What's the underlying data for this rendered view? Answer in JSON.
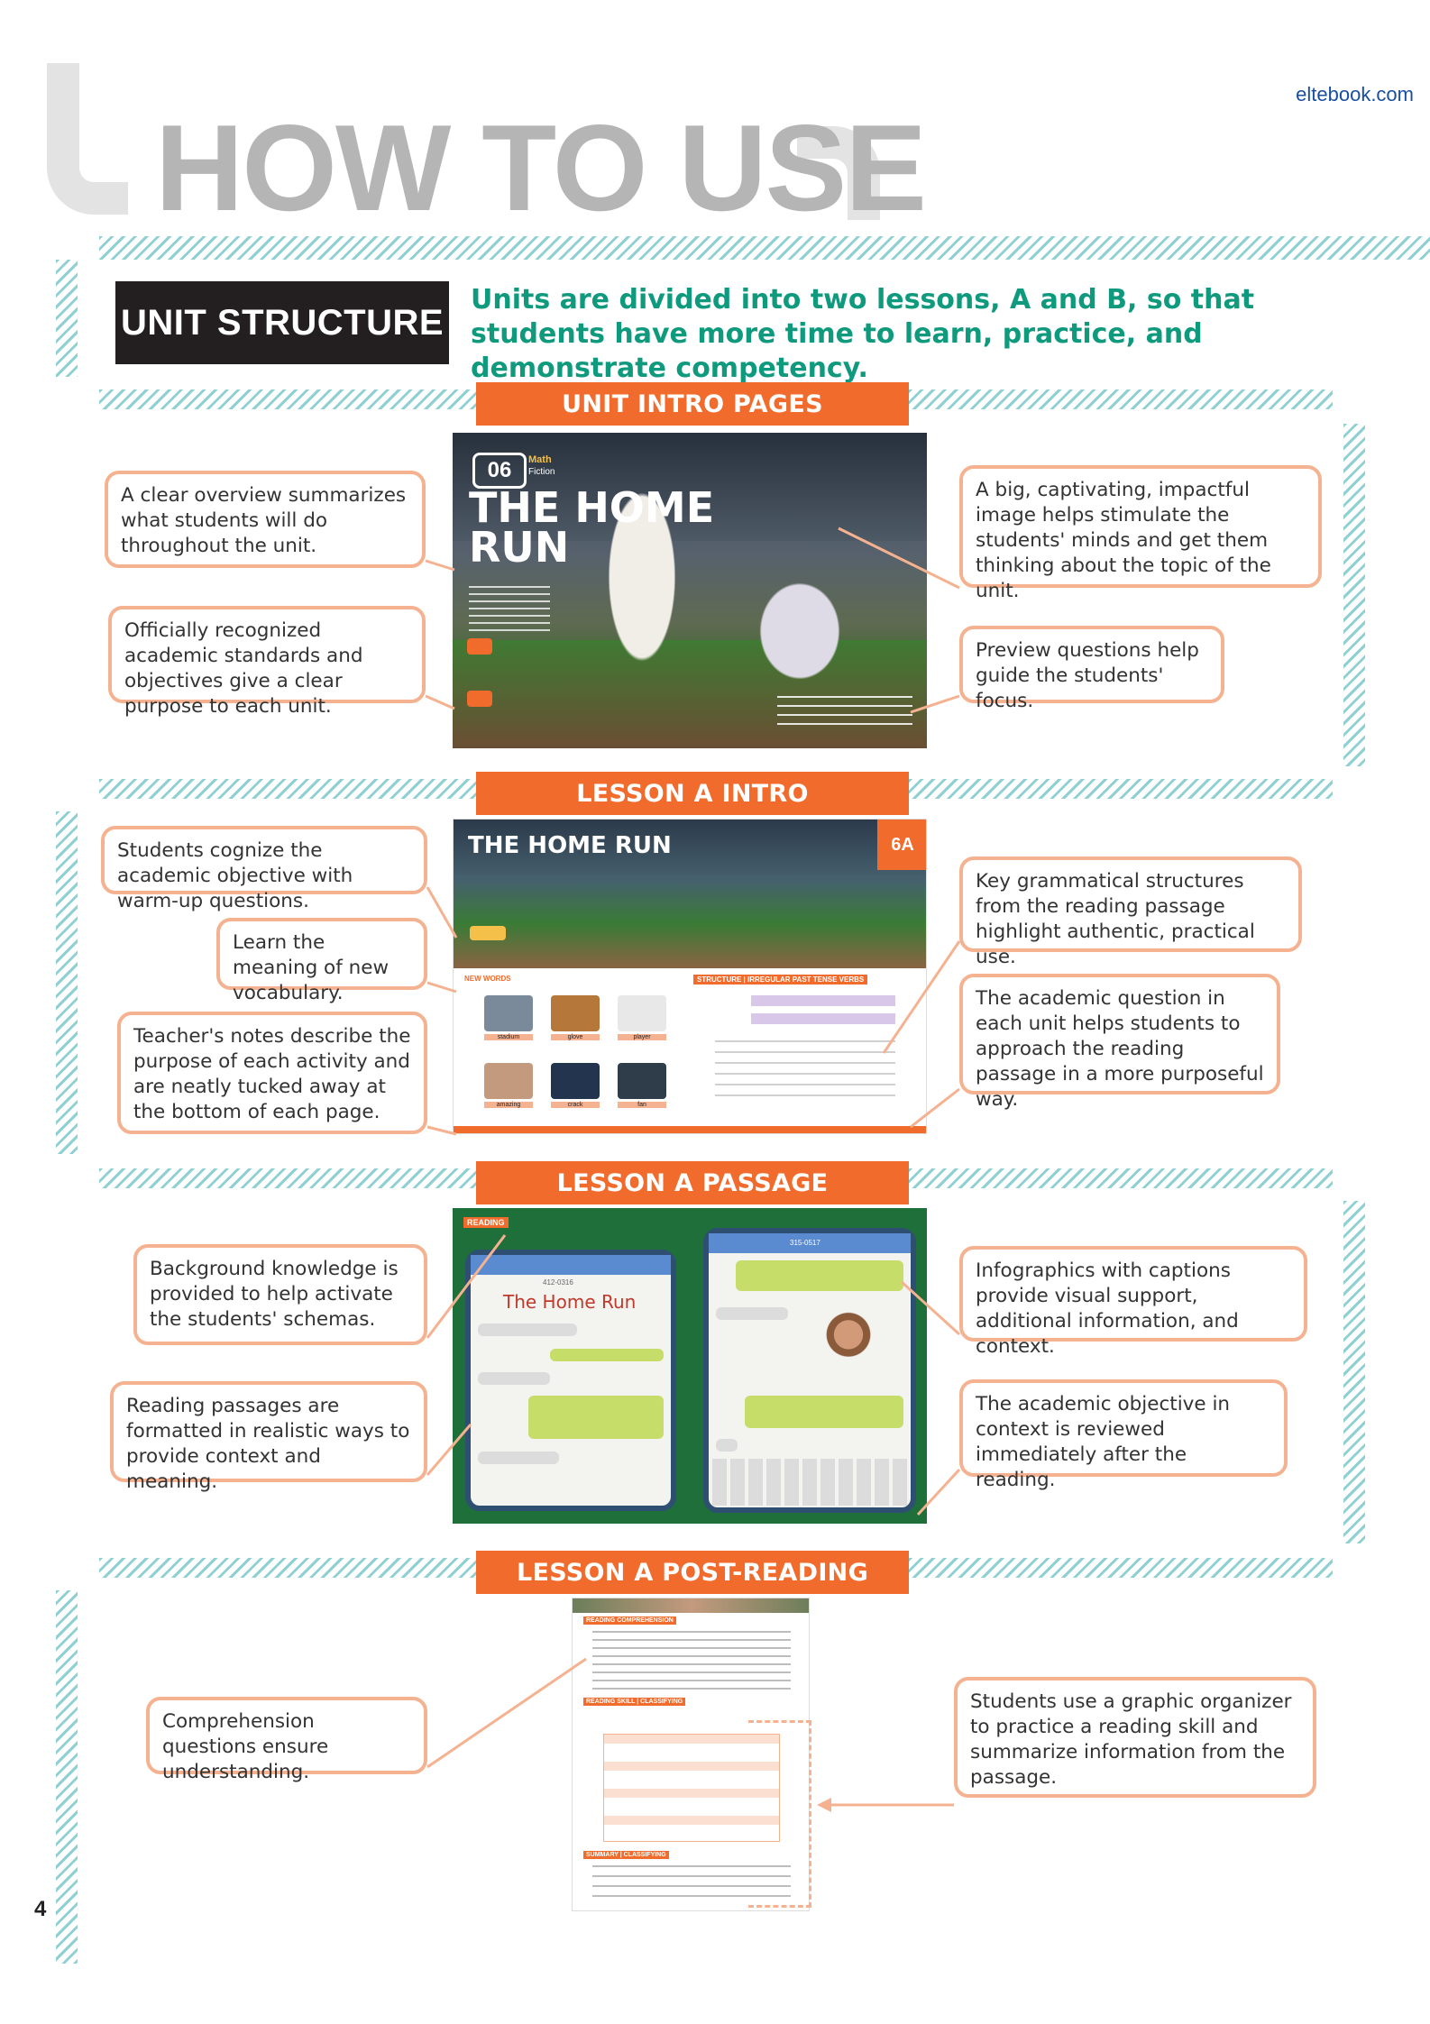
{
  "header": {
    "title": "HOW TO USE",
    "site": "eltebook.com"
  },
  "unit_structure": {
    "label": "UNIT STRUCTURE",
    "description": "Units are divided into two lessons, A and B, so that students have more time to learn, practice, and demonstrate competency."
  },
  "sections": [
    {
      "tab": "UNIT INTRO PAGES",
      "thumb": {
        "unit_no": "06",
        "title_line1": "THE HOME",
        "title_line2": "RUN",
        "subject": "Math",
        "genre": "Fiction"
      },
      "callouts": [
        "A clear overview summarizes what students will do throughout the unit.",
        "Officially recognized academic standards and objectives give a clear purpose to each unit.",
        "A big, captivating, impactful image helps stimulate the students' minds and get them thinking about the topic of the unit.",
        "Preview questions help guide the students' focus."
      ]
    },
    {
      "tab": "LESSON A INTRO",
      "thumb": {
        "title": "THE HOME RUN",
        "badge": "6A",
        "new_words": "NEW WORDS",
        "structure": "STRUCTURE | IRREGULAR PAST TENSE VERBS",
        "words": [
          "stadium",
          "glove",
          "player",
          "amazing",
          "crack",
          "fan"
        ]
      },
      "callouts": [
        "Students cognize the academic objective with warm-up questions.",
        "Learn the meaning of new vocabulary.",
        "Teacher's notes describe the purpose of each activity and are neatly tucked away at the bottom of each page.",
        "Key grammatical structures from the reading passage highlight authentic, practical use.",
        "The academic question in each unit helps students to approach the reading passage in a more purposeful way."
      ]
    },
    {
      "tab": "LESSON A PASSAGE",
      "thumb": {
        "reading": "READING",
        "passage_title": "The Home Run",
        "phone_number": "412-0316",
        "phone_number2": "315-0517"
      },
      "callouts": [
        "Background knowledge is provided to help activate the students' schemas.",
        "Reading passages are formatted in realistic ways to provide context and meaning.",
        "Infographics with captions provide visual support, additional information, and context.",
        "The academic objective in context is reviewed immediately after the reading."
      ]
    },
    {
      "tab": "LESSON A POST-READING",
      "thumb": {
        "section1": "READING COMPREHENSION",
        "section2": "READING SKILL | CLASSIFYING",
        "section3": "SUMMARY | CLASSIFYING"
      },
      "callouts": [
        "Comprehension questions ensure understanding.",
        "Students use a graphic organizer to practice a reading skill and summarize information from the passage."
      ]
    }
  ],
  "page_number": "4",
  "colors": {
    "accent": "#f06b2c",
    "callout_border": "#f5b290",
    "teal": "#0f9a7e",
    "hatch": "#8fd0d2"
  }
}
